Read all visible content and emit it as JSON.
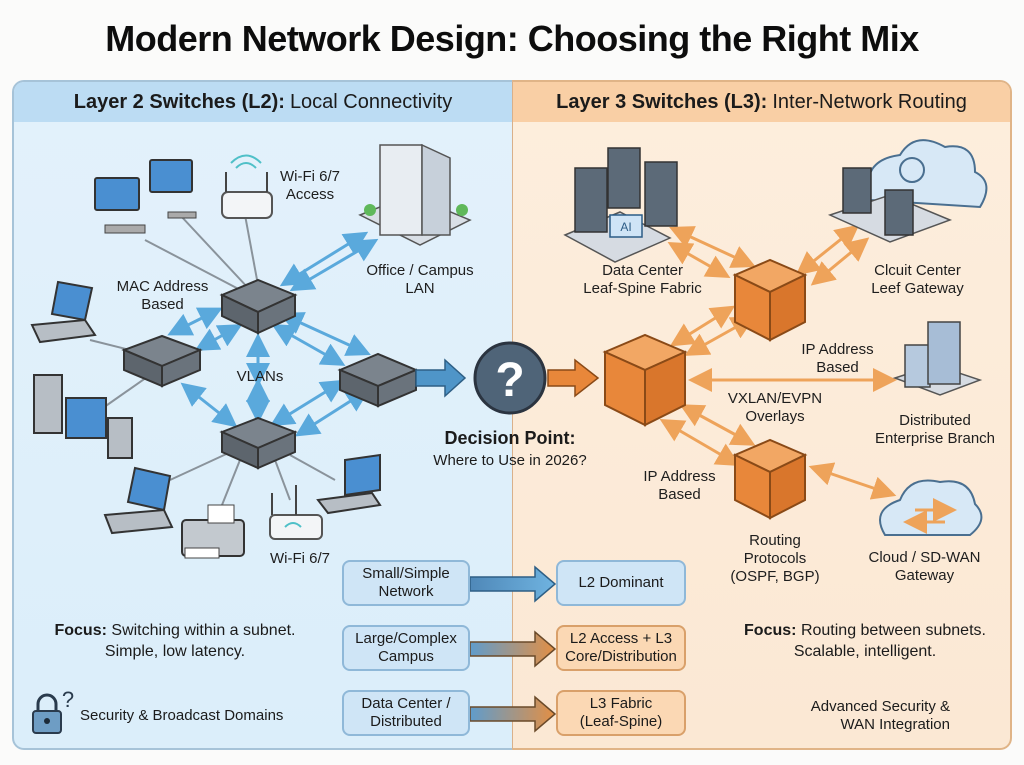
{
  "title": "Modern Network Design: Choosing the Right Mix",
  "colors": {
    "l2_accent": "#5aa9dc",
    "l3_accent": "#e8873a",
    "l2_panel_bg": "#e3f1fb",
    "l3_panel_bg": "#fdeedd"
  },
  "l2_panel": {
    "header_bold": "Layer 2 Switches (L2):",
    "header_rest": "Local Connectivity",
    "labels": {
      "wifi_access": [
        "Wi-Fi 6/7",
        "Access"
      ],
      "office_campus": [
        "Office / Campus",
        "LAN"
      ],
      "mac_address": [
        "MAC Address",
        "Based"
      ],
      "vlans": "VLANs",
      "wifi_bottom": "Wi-Fi 6/7"
    },
    "focus_bold": "Focus:",
    "focus_line1": "Switching within a subnet.",
    "focus_line2": "Simple, low latency.",
    "security_note": "Security & Broadcast Domains"
  },
  "l3_panel": {
    "header_bold": "Layer 3 Switches (L3):",
    "header_rest": "Inter-Network Routing",
    "labels": {
      "data_center": [
        "Data Center",
        "Leaf-Spine Fabric"
      ],
      "cloud_center": [
        "Clcuit Center",
        "Leef Gateway"
      ],
      "ip_address_top": [
        "IP Address",
        "Based"
      ],
      "vxlan": [
        "VXLAN/EVPN",
        "Overlays"
      ],
      "distributed_branch": [
        "Distributed",
        "Enterprise Branch"
      ],
      "ip_address_bottom": [
        "IP Address",
        "Based"
      ],
      "routing_protocols": [
        "Routing",
        "Protocols",
        "(OSPF, BGP)"
      ],
      "cloud_sdwan": [
        "Cloud / SD-WAN",
        "Gateway"
      ]
    },
    "focus_bold": "Focus:",
    "focus_line1": "Routing between subnets.",
    "focus_line2": "Scalable, intelligent.",
    "advanced_note": [
      "Advanced Security &",
      "WAN Integration"
    ]
  },
  "decision": {
    "title": "Decision Point:",
    "subtitle": "Where to Use in 2026?"
  },
  "decision_rows": [
    {
      "scenario": [
        "Small/Simple",
        "Network"
      ],
      "outcome": [
        "L2 Dominant"
      ],
      "outcome_style": "blue"
    },
    {
      "scenario": [
        "Large/Complex",
        "Campus"
      ],
      "outcome": [
        "L2 Access + L3",
        "Core/Distribution"
      ],
      "outcome_style": "orange"
    },
    {
      "scenario": [
        "Data Center /",
        "Distributed"
      ],
      "outcome": [
        "L3 Fabric",
        "(Leaf-Spine)"
      ],
      "outcome_style": "orange"
    }
  ]
}
